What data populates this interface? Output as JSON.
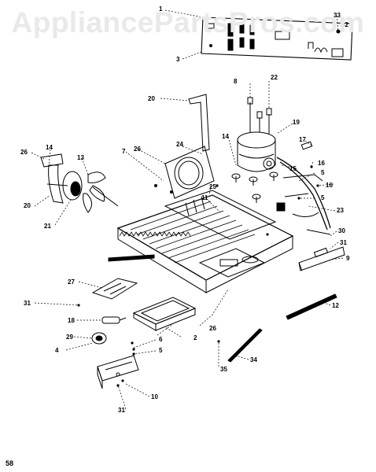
{
  "watermark": "AppliancePartsPros.com",
  "page_number": "58",
  "part_labels": [
    "1",
    "33",
    "32",
    "3",
    "8",
    "22",
    "20",
    "19",
    "14",
    "17",
    "16",
    "5",
    "15",
    "16",
    "5",
    "23",
    "26",
    "14",
    "13",
    "7",
    "26",
    "24",
    "25",
    "11",
    "20",
    "21",
    "30",
    "31",
    "9",
    "27",
    "12",
    "31",
    "18",
    "2",
    "26",
    "29",
    "6",
    "4",
    "5",
    "34",
    "35",
    "10",
    "31"
  ],
  "colors": {
    "ink": "#000000",
    "watermark": "#e9e9e9",
    "background": "#ffffff"
  }
}
